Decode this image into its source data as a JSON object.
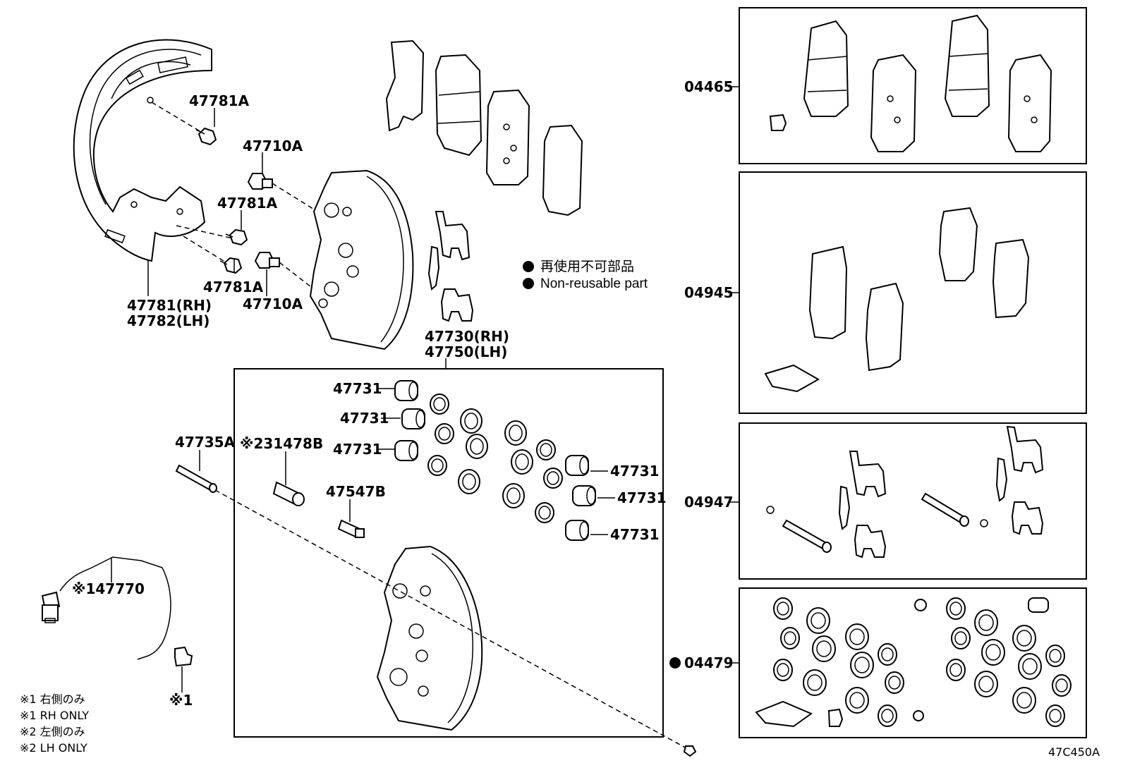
{
  "diagram_code": "47C450A",
  "legend": {
    "jp": "再使用不可部品",
    "en": "Non-reusable part"
  },
  "notes": [
    "※1 右側のみ",
    "※1 RH ONLY",
    "※2 左側のみ",
    "※2 LH ONLY"
  ],
  "labels": {
    "p47781a_1": "47781A",
    "p47710a_1": "47710A",
    "p47781a_2": "47781A",
    "p47781a_3": "47781A",
    "p47710a_2": "47710A",
    "p47781rh": "47781(RH)",
    "p47782lh": "47782(LH)",
    "p47730rh": "47730(RH)",
    "p47750lh": "47750(LH)",
    "p47731_1": "47731",
    "p47731_2": "47731",
    "p47731_3": "47731",
    "p47731_4": "47731",
    "p47731_5": "47731",
    "p47731_6": "47731",
    "p47735a": "47735A",
    "p31478b": "※231478B",
    "p47547b": "47547B",
    "p47770": "※147770",
    "pclip": "※1",
    "k04465": "04465",
    "k04945": "04945",
    "k04947": "04947",
    "k04479": "04479"
  }
}
